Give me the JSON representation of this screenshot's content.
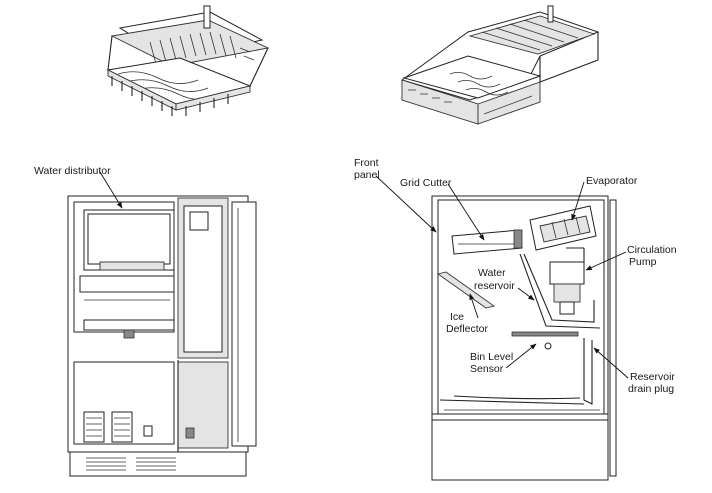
{
  "labels": {
    "water_distributor": "Water distributor",
    "front_panel_1": "Front",
    "front_panel_2": "panel",
    "grid_cutter": "Grid Cutter",
    "evaporator": "Evaporator",
    "circulation_pump_1": "Circulation",
    "circulation_pump_2": "Pump",
    "water_reservoir_1": "Water",
    "water_reservoir_2": "reservoir",
    "ice_deflector_1": "Ice",
    "ice_deflector_2": "Deflector",
    "bin_level_sensor_1": "Bin Level",
    "bin_level_sensor_2": "Sensor",
    "reservoir_drain_plug_1": "Reservoir",
    "reservoir_drain_plug_2": "drain plug"
  }
}
